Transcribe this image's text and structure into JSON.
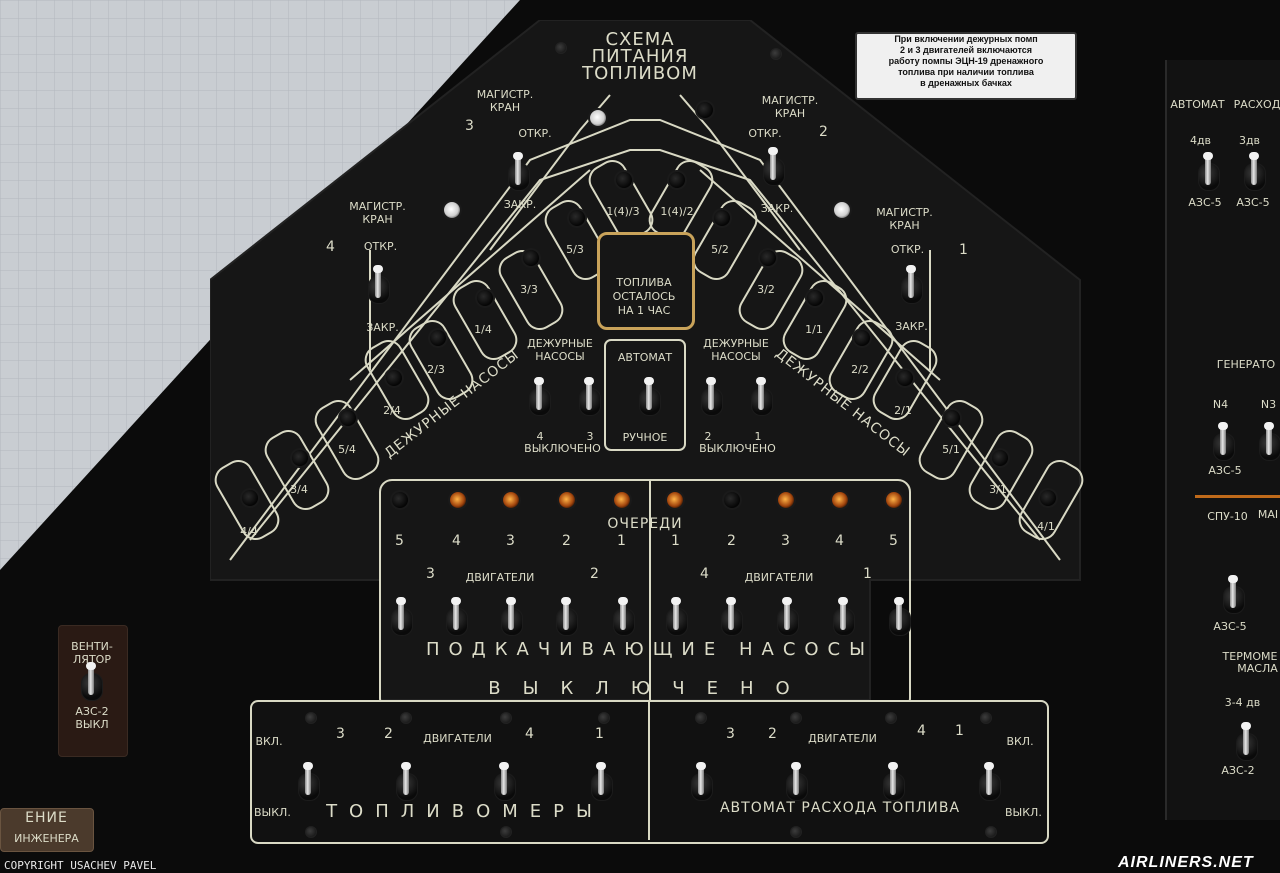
{
  "colors": {
    "panel": "#141414",
    "line": "#d9d9c4",
    "amber_lamp": "#e98a2c",
    "frame_gold": "#c9a35a"
  },
  "scheme": {
    "title": [
      "СХЕМА",
      "ПИТАНИЯ",
      "ТОПЛИВОМ"
    ]
  },
  "note_plate": [
    "При включении дежурных помп",
    "2 и 3 двигателей включаются",
    "работу помпы ЭЦН-19 дренажного",
    "топлива при наличии топлива",
    "в дренажных бачках"
  ],
  "main_valves": [
    {
      "num": "3",
      "label": "МАГИСТР. КРАН",
      "open": "ОТКР.",
      "closed": "ЗАКР."
    },
    {
      "num": "2",
      "label": "МАГИСТР. КРАН",
      "open": "ОТКР.",
      "closed": "ЗАКР."
    },
    {
      "num": "4",
      "label": "МАГИСТР. КРАН",
      "open": "ОТКР.",
      "closed": "ЗАКР."
    },
    {
      "num": "1",
      "label": "МАГИСТР. КРАН",
      "open": "ОТКР.",
      "closed": "ЗАКР."
    }
  ],
  "warning_box": [
    "ТОПЛИВА",
    "ОСТАЛОСЬ",
    "НА 1 ЧАС"
  ],
  "standby": {
    "label": "ДЕЖУРНЫЕ НАСОСЫ",
    "left_nums": [
      "4",
      "3"
    ],
    "right_nums": [
      "2",
      "1"
    ],
    "off": "ВЫКЛЮЧЕНО",
    "auto": "АВТОМАТ",
    "manual": "РУЧНОЕ"
  },
  "tank_labels_left": [
    "4/4",
    "3/4",
    "5/4",
    "2/4",
    "2/3",
    "1/4",
    "3/3",
    "5/3",
    "1(4)/3"
  ],
  "tank_labels_right": [
    "1(4)/2",
    "5/2",
    "3/2",
    "1/1",
    "2/2",
    "2/1",
    "5/1",
    "3/1",
    "4/1"
  ],
  "queue": {
    "title": "ОЧЕРЕДИ",
    "left": [
      "5",
      "4",
      "3",
      "2",
      "1"
    ],
    "right": [
      "1",
      "2",
      "3",
      "4",
      "5"
    ]
  },
  "engines": {
    "left": {
      "a": "3",
      "label": "ДВИГАТЕЛИ",
      "b": "2"
    },
    "right": {
      "a": "4",
      "label": "ДВИГАТЕЛИ",
      "b": "1"
    }
  },
  "boost_pumps": {
    "title": "ПОДКАЧИВАЮЩИЕ НАСОСЫ",
    "off": "ВЫКЛЮЧЕНО"
  },
  "gauges": {
    "title": "ТОПЛИВОМЕРЫ",
    "on": "ВКЛ.",
    "off": "ВЫКЛ.",
    "engines_label": "ДВИГАТЕЛИ",
    "nums": [
      "3",
      "2",
      "4",
      "1"
    ]
  },
  "consumption": {
    "title": "АВТОМАТ РАСХОДА ТОПЛИВА",
    "engines_label": "ДВИГАТЕЛИ",
    "nums": [
      "3",
      "2",
      "4",
      "1"
    ],
    "on": "ВКЛ.",
    "off": "ВЫКЛ."
  },
  "right_panel": {
    "automat": "АВТОМАТ",
    "rasch": "РАСХОД",
    "eng4": "4дв",
    "eng3": "3дв",
    "azs": "АЗС-5",
    "generator": "ГЕНЕРАТО",
    "n4": "N4",
    "n3": "N3",
    "spu": "СПУ-10",
    "mai": "МАІ",
    "termo": "ТЕРМОМЕ",
    "masla": "МАСЛА",
    "eng34": "3-4 дв",
    "azs2": "АЗС-2"
  },
  "left_small": {
    "vent": "ВЕНТИ-ЛЯТОР",
    "azs": "АЗС-2",
    "off": "ВЫКЛ"
  },
  "bottom_plate": {
    "line1": "ЕНИЕ",
    "line2": "ИНЖЕНЕРА"
  },
  "credits": {
    "copyright": "COPYRIGHT USACHEV PAVEL",
    "site": "AIRLINERS.NET"
  }
}
